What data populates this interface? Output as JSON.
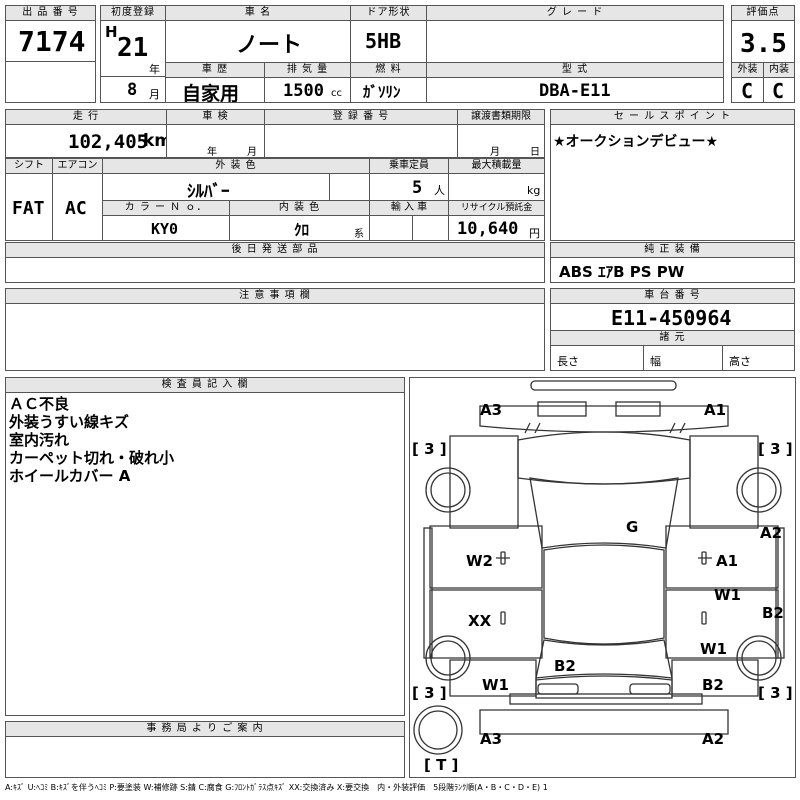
{
  "headers": {
    "lot_no": "出 品 番 号",
    "first_reg": "初度登録",
    "car_name": "車 名",
    "door": "ドア形状",
    "grade": "グ レ ー ド",
    "score": "評価点",
    "history": "車 歴",
    "displacement": "排 気 量",
    "fuel": "燃 料",
    "model": "型 式",
    "exterior": "外装",
    "interior": "内装",
    "mileage": "走 行",
    "inspection": "車 検",
    "registration": "登 録 番 号",
    "transfer_deadline": "譲渡書類期限",
    "sales_point": "セ ー ル ス ポ イ ン ト",
    "shift": "シフト",
    "aircon": "エアコン",
    "color": "外 装 色",
    "capacity": "乗車定員",
    "max_load": "最大積載量",
    "color_no": "カ ラ ー Ｎ ｏ．",
    "interior_color": "内 装 色",
    "import": "輸 入 車",
    "recycle": "リサイクル預託金",
    "later_parts": "後 日 発 送 部 品",
    "genuine_equipment": "純 正 装 備",
    "notes": "注 意 事 項 欄",
    "chassis_no": "車 台 番 号",
    "dimensions": "諸 元",
    "inspector": "検 査 員 記 入 欄",
    "office": "事 務 局 よ り ご 案 内"
  },
  "values": {
    "lot_no": "7174",
    "era": "H",
    "year": "21",
    "year_unit": "年",
    "month": "8",
    "month_unit": "月",
    "car_name": "ノート",
    "door": "5HB",
    "grade": "",
    "score": "3.5",
    "history": "自家用",
    "displacement": "1500",
    "displacement_unit": "cc",
    "fuel": "ｶﾞｿﾘﾝ",
    "model": "DBA-E11",
    "exterior_grade": "C",
    "interior_grade": "C",
    "mileage": "102,405",
    "mileage_unit": "km",
    "inspection_year_unit": "年",
    "inspection_month_unit": "月",
    "transfer_month_unit": "月",
    "transfer_day_unit": "日",
    "sales_point": "★オークションデビュー★",
    "shift": "FAT",
    "aircon": "AC",
    "color": "ｼﾙﾊﾞｰ",
    "capacity": "5",
    "capacity_unit": "人",
    "max_load_unit": "kg",
    "color_no": "KY0",
    "interior_color": "ｸﾛ",
    "interior_color_suffix": "系",
    "recycle": "10,640",
    "recycle_unit": "円",
    "equipment": "ABS ｴｱB PS PW",
    "chassis_no": "E11-450964",
    "length_label": "長さ",
    "width_label": "幅",
    "height_label": "高さ"
  },
  "inspector_notes": [
    "ＡＣ不良",
    "外装うすい線キズ",
    "室内汚れ",
    "カーペット切れ・破れ小",
    "ホイールカバー A"
  ],
  "diagram": {
    "a3_top_left": "A3",
    "a1_top_right": "A1",
    "tire_fl": "[ 3 ]",
    "tire_fr": "[ 3 ]",
    "tire_rl": "[ 3 ]",
    "tire_rr": "[ 3 ]",
    "spare": "[ T ]",
    "g": "G",
    "w2": "W2",
    "a1_right_door": "A1",
    "a2_right": "A2",
    "w1_right": "W1",
    "b2_right": "B2",
    "xx": "XX",
    "w1_right_rear": "W1",
    "b2_rear_center": "B2",
    "w1_left_rear": "W1",
    "b2_rear_right": "B2",
    "a3_bottom_left": "A3",
    "a2_bottom_right": "A2"
  },
  "legend": "A:ｷｽﾞ U:ﾍｺﾐ B:ｷｽﾞを伴うﾍｺﾐ P:要塗装 W:補修跡 S:錆 C:腐食 G:ﾌﾛﾝﾄｶﾞﾗｽ点ｷｽﾞ XX:交換済み X:要交換　内・外装評価　5段階ﾗﾝｸ順(A・B・C・D・E) 1"
}
